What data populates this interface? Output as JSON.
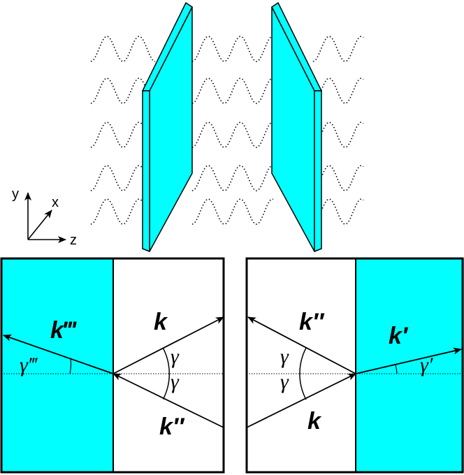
{
  "colors": {
    "slab_fill": "#00FFFF",
    "line": "#000000",
    "background": "#FFFFFF"
  },
  "axes": {
    "y_label": "y",
    "x_label": "x",
    "z_label": "z"
  },
  "left_panel": {
    "incident_label": "k",
    "reflected_label": "k″",
    "transmitted_label": "k‴",
    "angle_top_label": "γ",
    "angle_bottom_label": "γ",
    "transmitted_angle_label": "γ‴"
  },
  "right_panel": {
    "reflected_label": "k″",
    "incident_label": "k",
    "transmitted_label": "k′",
    "angle_top_label": "γ",
    "angle_bottom_label": "γ",
    "transmitted_angle_label": "γ′"
  }
}
